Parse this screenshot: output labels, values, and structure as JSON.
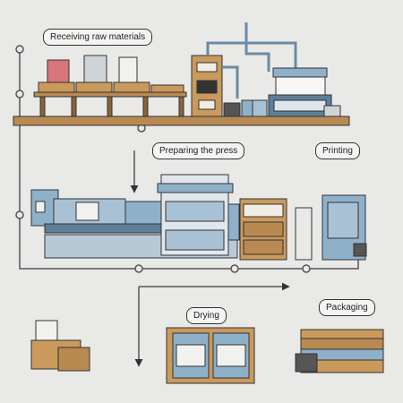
{
  "labels": {
    "receiving": "Receiving raw materials",
    "preparing": "Preparing the press",
    "printing": "Printing",
    "drying": "Drying",
    "packaging": "Packaging"
  },
  "colors": {
    "background": "#e9e9e8",
    "wood": "#b88a52",
    "wood_dark": "#8a6434",
    "steel": "#8fb0c9",
    "steel_dark": "#5e7f99",
    "outline": "#333333",
    "track": "#555555"
  }
}
